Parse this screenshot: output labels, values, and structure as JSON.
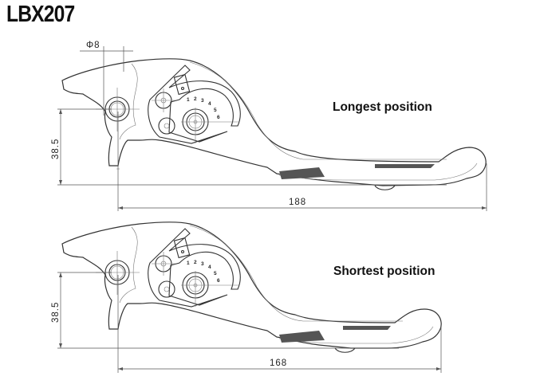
{
  "title": "LBX207",
  "diameter_label": "Φ8",
  "levers": [
    {
      "position_label": "Longest position",
      "height_dim": "38.5",
      "length_dim": "188"
    },
    {
      "position_label": "Shortest position",
      "height_dim": "38.5",
      "length_dim": "168"
    }
  ],
  "dial_numbers": [
    "1",
    "2",
    "3",
    "4",
    "5",
    "6"
  ]
}
